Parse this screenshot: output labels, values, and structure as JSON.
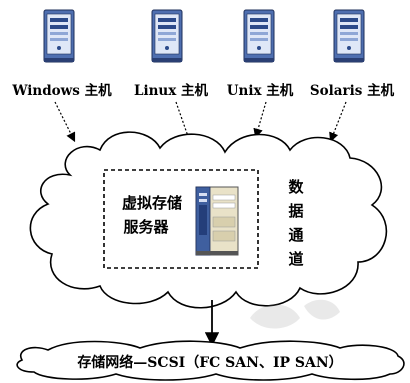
{
  "hosts": [
    {
      "label": "Windows 主机",
      "icon": "server-tower-icon"
    },
    {
      "label": "Linux 主机",
      "icon": "server-tower-icon"
    },
    {
      "label": "Unix 主机",
      "icon": "server-tower-icon"
    },
    {
      "label": "Solaris 主机",
      "icon": "server-tower-icon"
    }
  ],
  "server_label_line1": "虚拟存储",
  "server_label_line2": "服务器",
  "channel_label": [
    "数",
    "据",
    "通",
    "道"
  ],
  "storage_network_label": "存储网络—SCSI（FC SAN、IP SAN）",
  "colors": {
    "server_blue": "#3f5f9f",
    "server_light": "#e9e2c8",
    "line": "#000000"
  }
}
